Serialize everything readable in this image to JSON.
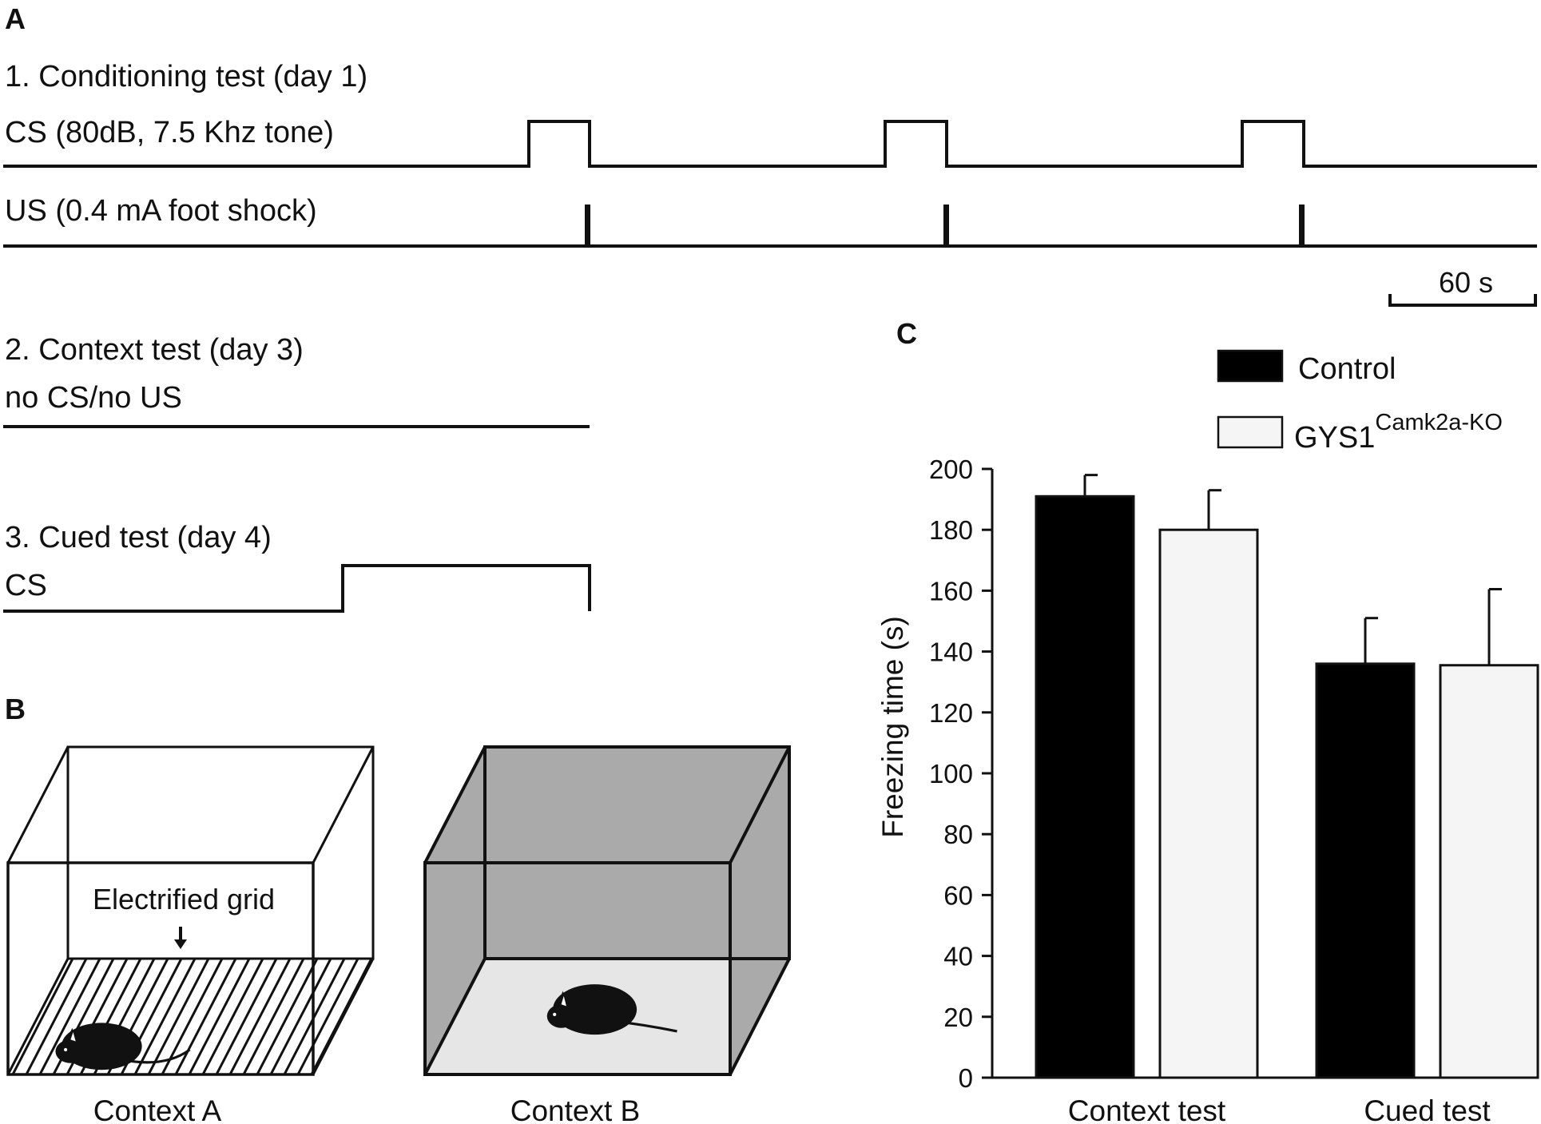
{
  "panel_a": {
    "letter": "A",
    "conditioning_title": "1. Conditioning test (day 1)",
    "cs_label": "CS (80dB, 7.5 Khz tone)",
    "us_label": "US (0.4 mA foot shock)",
    "scale_bar_label": "60 s",
    "context_title": "2. Context test (day 3)",
    "context_sub": "no CS/no US",
    "cued_title": "3. Cued test (day 4)",
    "cued_sub": "CS"
  },
  "panel_b": {
    "letter": "B",
    "grid_label": "Electrified grid",
    "context_a_label": "Context A",
    "context_b_label": "Context B",
    "colors": {
      "box_b_walls": "#aaaaaa",
      "box_b_floor": "#e6e6e6",
      "mouse": "#111111"
    }
  },
  "panel_c": {
    "letter": "C"
  },
  "chart_data": {
    "type": "bar",
    "categories": [
      "Context test",
      "Cued test"
    ],
    "ylabel": "Freezing time (s)",
    "ylim": [
      0,
      200
    ],
    "yticks": [
      0,
      20,
      40,
      60,
      80,
      100,
      120,
      140,
      160,
      180,
      200
    ],
    "grid": false,
    "legend_position": "top-right",
    "series": [
      {
        "name": "Control",
        "name_sup": "",
        "color": "#000000",
        "values": [
          191,
          136
        ],
        "errors": [
          7,
          15
        ]
      },
      {
        "name": "GYS1",
        "name_sup": "Camk2a-KO",
        "color": "#f5f5f5",
        "values": [
          180,
          135.5
        ],
        "errors": [
          13,
          25
        ]
      }
    ]
  }
}
